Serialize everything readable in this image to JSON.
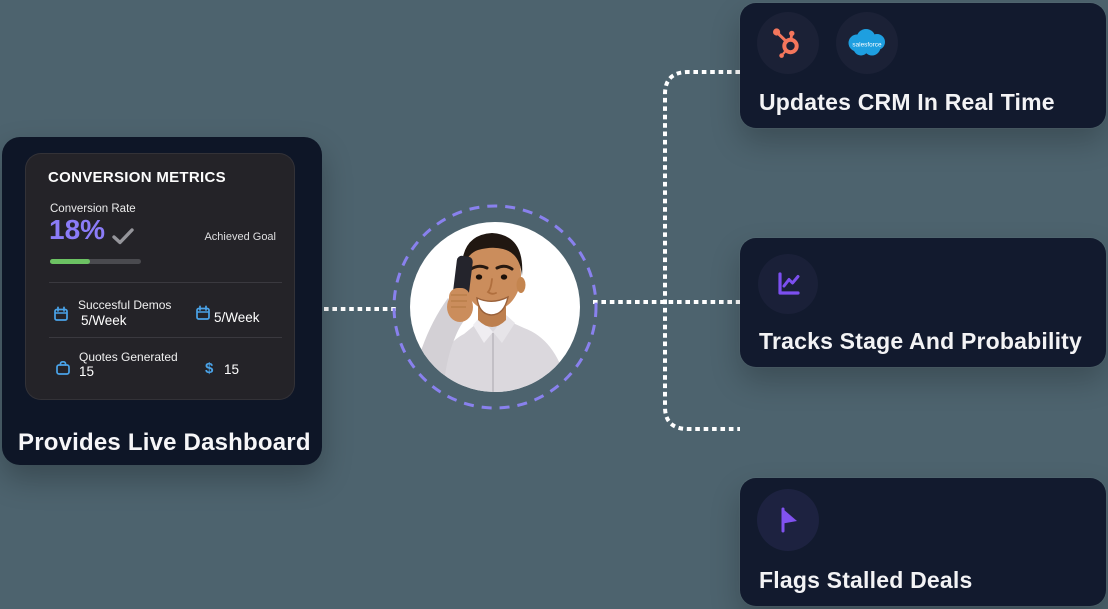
{
  "left_card": {
    "title": "Provides Live Dashboard",
    "dashboard": {
      "header": "CONVERSION METRICS",
      "rate_label": "Conversion Rate",
      "rate_value": "18%",
      "goal_label": "Achieved Goal",
      "progress_fill": "44%",
      "row1": {
        "icon": "calendar-icon",
        "label": "Succesful Demos",
        "value": "5/Week",
        "right_icon": "calendar-icon",
        "right_value": "5/Week"
      },
      "row2": {
        "icon": "briefcase-icon",
        "label": "Quotes Generated",
        "value": "15",
        "right_symbol": "$",
        "right_value": "15"
      }
    }
  },
  "right_cards": [
    {
      "title": "Updates CRM In Real Time",
      "icons": [
        "hubspot-icon",
        "salesforce-icon"
      ]
    },
    {
      "title": "Tracks Stage And Probability",
      "icons": [
        "line-chart-icon"
      ]
    },
    {
      "title": "Flags Stalled Deals",
      "icons": [
        "flag-icon"
      ]
    }
  ],
  "brand": {
    "salesforce_text": "salesforce"
  },
  "center": {
    "subject": "sales rep talking on phone"
  },
  "colors": {
    "background": "#4d636e",
    "card_navy": "#121a2e",
    "left_card_navy": "#0e1627",
    "panel_gray": "#242328",
    "accent_purple": "#8b7cf8",
    "glyph_purple": "#7c4ff0",
    "flag_purple": "#8152ef",
    "hubspot_orange": "#f4765c",
    "salesforce_blue": "#1e9fe0",
    "progress_green": "#6cc263",
    "metric_blue": "#4aa3e8",
    "connector_white": "#ffffff",
    "ring_purple": "#8981ee"
  }
}
